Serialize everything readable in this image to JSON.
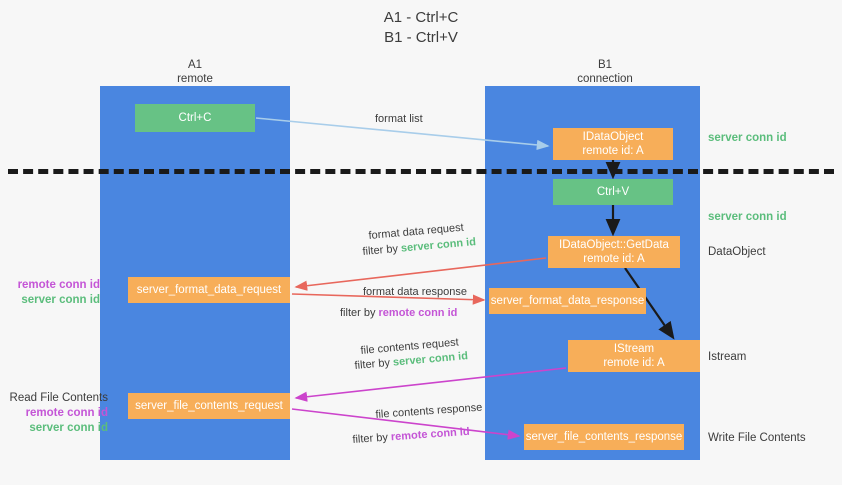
{
  "title": {
    "line1": "A1 - Ctrl+C",
    "line2": "B1 - Ctrl+V"
  },
  "lanes": [
    {
      "name": "A1",
      "sub": "remote",
      "color": "#4a86e0"
    },
    {
      "name": "B1",
      "sub": "connection",
      "color": "#4a86e0"
    }
  ],
  "nodes": {
    "ctrl_c": {
      "line1": "Ctrl+C",
      "color": "#67c285"
    },
    "idataobject": {
      "line1": "IDataObject",
      "line2": "remote id: A",
      "color": "#f7ae59"
    },
    "ctrl_v": {
      "line1": "Ctrl+V",
      "color": "#67c285"
    },
    "getdata": {
      "line1": "IDataObject::GetData",
      "line2": "remote id: A",
      "color": "#f7ae59"
    },
    "istream": {
      "line1": "IStream",
      "line2": "remote id: A",
      "color": "#f7ae59"
    },
    "server_format_data_request": {
      "line1": "server_format_data_request",
      "color": "#f7ae59"
    },
    "server_format_data_response": {
      "line1": "server_format_data_response",
      "color": "#f7ae59"
    },
    "server_file_contents_request": {
      "line1": "server_file_contents_request",
      "color": "#f7ae59"
    },
    "server_file_contents_response": {
      "line1": "server_file_contents_response",
      "color": "#f7ae59"
    }
  },
  "edges": {
    "format_list": "format list",
    "format_data_request": "format data request",
    "format_data_request_filter_prefix": "filter by ",
    "format_data_request_filter_value": "server conn id",
    "format_data_response": "format data response",
    "format_data_response_filter_prefix": "filter by ",
    "format_data_response_filter_value": "remote conn id",
    "file_contents_request": "file contents request",
    "file_contents_request_filter_prefix": "filter by ",
    "file_contents_request_filter_value": "server conn id",
    "file_contents_response": "file contents response",
    "file_contents_response_filter_prefix": "filter by ",
    "file_contents_response_filter_value": "remote conn id"
  },
  "annotations": {
    "server_conn_id_top": "server conn id",
    "server_conn_id_mid": "server conn id",
    "dataobject": "DataObject",
    "istream": "Istream",
    "write_file_contents": "Write File Contents",
    "read_file_contents": "Read File Contents",
    "remote_conn_id_left_1": "remote conn id",
    "server_conn_id_left_1": "server conn id",
    "remote_conn_id_left_2": "remote conn id",
    "server_conn_id_left_2": "server conn id"
  },
  "colors": {
    "lane": "#4a86e0",
    "green_box": "#67c285",
    "orange_box": "#f7ae59",
    "green_text": "#5bbd7c",
    "purple_text": "#c455d6",
    "arrow_light_blue": "#a8cdea",
    "arrow_red": "#e8675c",
    "arrow_magenta": "#cc44cc",
    "arrow_dark": "#1a1a1a",
    "background": "#f7f7f7"
  }
}
